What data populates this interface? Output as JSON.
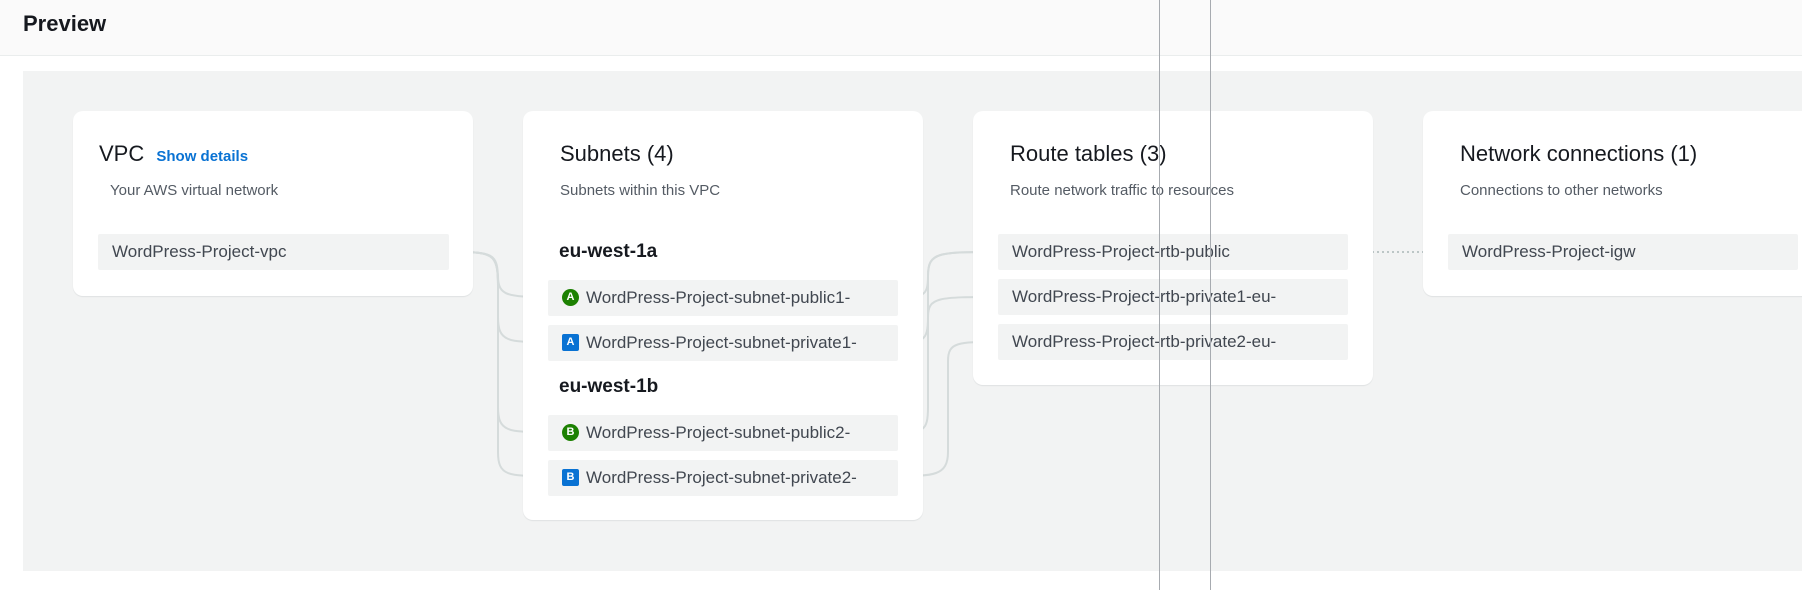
{
  "header": {
    "title": "Preview"
  },
  "vpc": {
    "title": "VPC",
    "show_details": "Show details",
    "description": "Your AWS virtual network",
    "item": "WordPress-Project-vpc"
  },
  "subnets": {
    "title": "Subnets (4)",
    "description": "Subnets within this VPC",
    "zones": [
      {
        "name": "eu-west-1a",
        "items": [
          {
            "badge": "A",
            "type": "public",
            "label": "WordPress-Project-subnet-public1-"
          },
          {
            "badge": "A",
            "type": "private",
            "label": "WordPress-Project-subnet-private1-"
          }
        ]
      },
      {
        "name": "eu-west-1b",
        "items": [
          {
            "badge": "B",
            "type": "public",
            "label": "WordPress-Project-subnet-public2-"
          },
          {
            "badge": "B",
            "type": "private",
            "label": "WordPress-Project-subnet-private2-"
          }
        ]
      }
    ]
  },
  "route_tables": {
    "title": "Route tables (3)",
    "description": "Route network traffic to resources",
    "items": [
      "WordPress-Project-rtb-public",
      "WordPress-Project-rtb-private1-eu-",
      "WordPress-Project-rtb-private2-eu-"
    ]
  },
  "network_connections": {
    "title": "Network connections (1)",
    "description": "Connections to other networks",
    "items": [
      "WordPress-Project-igw"
    ]
  },
  "colors": {
    "public_badge": "#1d8102",
    "private_badge": "#0972d3",
    "link": "#0972d3"
  }
}
